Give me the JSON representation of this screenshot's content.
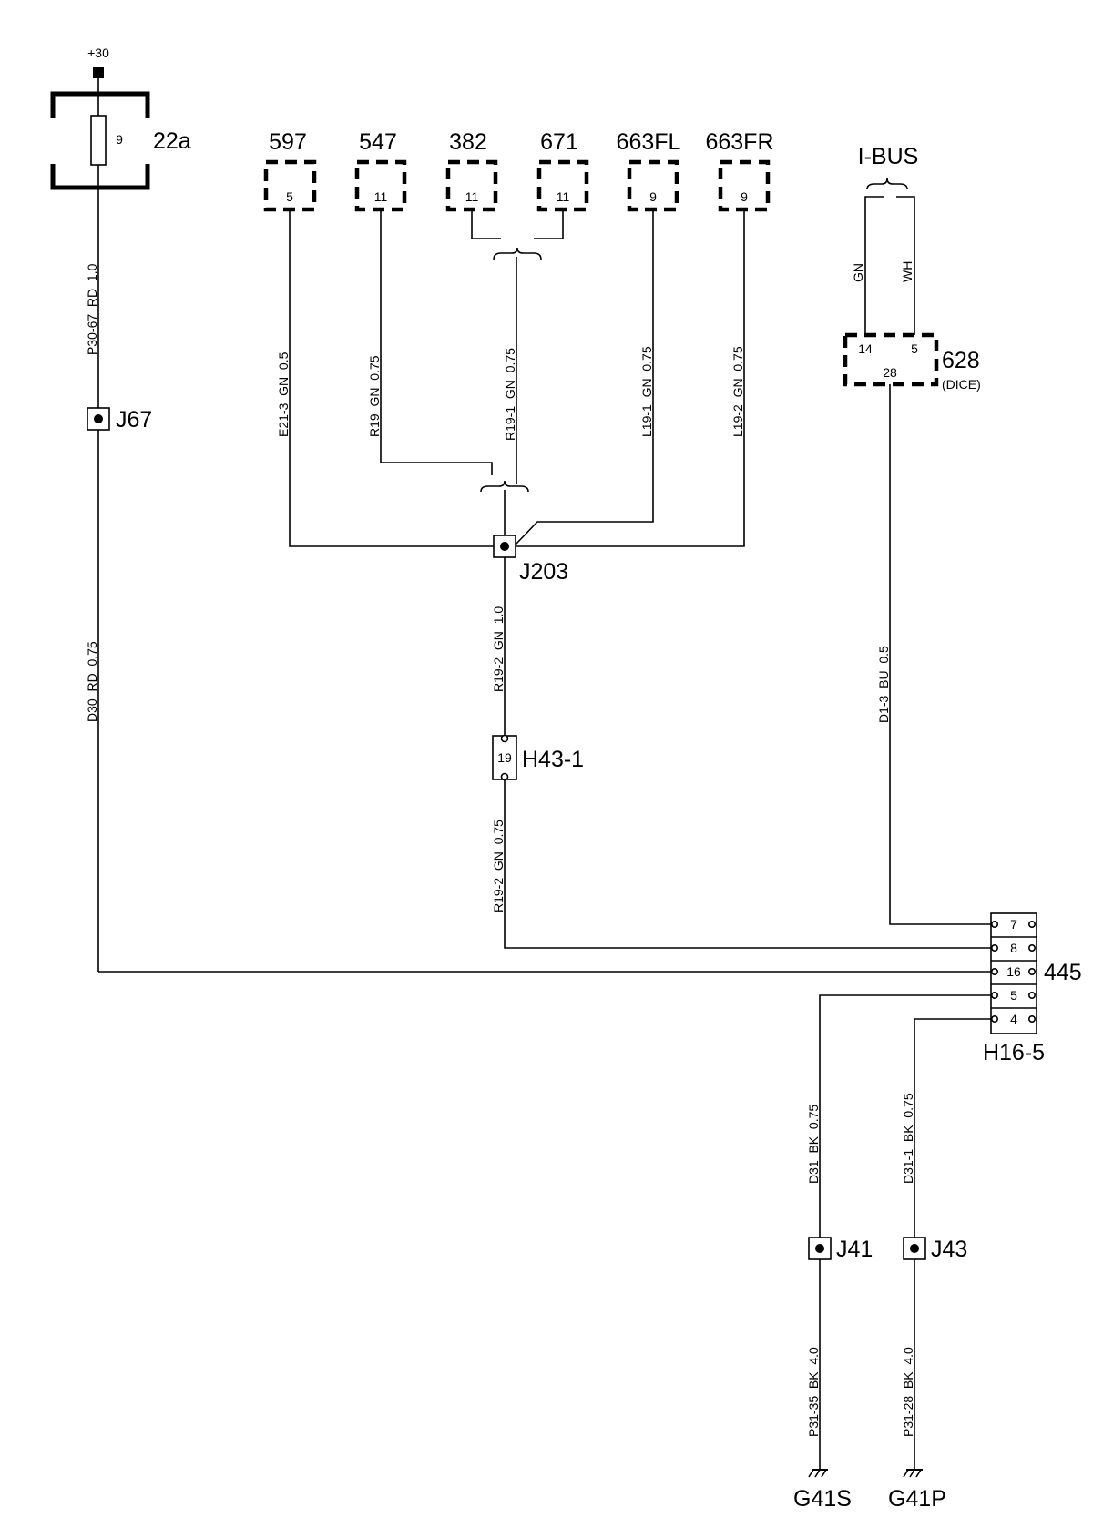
{
  "supply": {
    "label": "+30"
  },
  "fuse": {
    "id": "22a",
    "pin": "9"
  },
  "modules": [
    {
      "id": "597",
      "pin": "5"
    },
    {
      "id": "547",
      "pin": "11"
    },
    {
      "id": "382",
      "pin": "11"
    },
    {
      "id": "671",
      "pin": "11"
    },
    {
      "id": "663FL",
      "pin": "9"
    },
    {
      "id": "663FR",
      "pin": "9"
    }
  ],
  "ibus": {
    "label": "I-BUS",
    "wires": [
      "GN",
      "WH"
    ],
    "module": {
      "id": "628",
      "sub": "(DICE)",
      "pins": [
        "14",
        "5",
        "28"
      ]
    }
  },
  "splices": {
    "j67": "J67",
    "j203": "J203",
    "j41": "J41",
    "j43": "J43"
  },
  "in_line_connector": {
    "id": "H43-1",
    "pin": "19"
  },
  "diag_connector": {
    "id": "445",
    "sub": "H16-5",
    "pins": [
      "7",
      "8",
      "16",
      "5",
      "4"
    ]
  },
  "grounds": [
    "G41S",
    "G41P"
  ],
  "wire_labels": {
    "p30_67": "P30-67  RD  1.0",
    "d30": "D30  RD  0.75",
    "e21_3": "E21-3  GN  0.5",
    "r19": "R19  GN  0.75",
    "r19_1": "R19-1  GN  0.75",
    "l19_1": "L19-1  GN  0.75",
    "l19_2": "L19-2  GN  0.75",
    "r19_2_upper": "R19-2  GN  1.0",
    "r19_2_lower": "R19-2  GN  0.75",
    "d1_3": "D1-3  BU  0.5",
    "d31": "D31  BK  0.75",
    "d31_1": "D31-1  BK  0.75",
    "p31_35": "P31-35  BK  4.0",
    "p31_28": "P31-28  BK  4.0"
  }
}
